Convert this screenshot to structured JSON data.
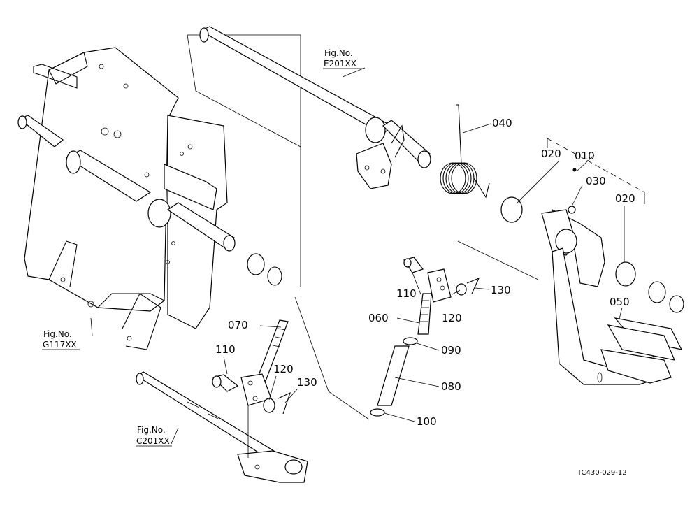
{
  "figure_refs": {
    "e201": {
      "line1": "Fig.No.",
      "line2": "E201XX"
    },
    "g117": {
      "line1": "Fig.No.",
      "line2": "G117XX"
    },
    "c201": {
      "line1": "Fig.No.",
      "line2": "C201XX"
    }
  },
  "callouts": {
    "p010": "010",
    "p020a": "020",
    "p020b": "020",
    "p030": "030",
    "p040": "040",
    "p050": "050",
    "p060": "060",
    "p070": "070",
    "p080": "080",
    "p090": "090",
    "p100": "100",
    "p110a": "110",
    "p110b": "110",
    "p120a": "120",
    "p120b": "120",
    "p130a": "130",
    "p130b": "130"
  },
  "drawing_code": "TC430-029-12"
}
